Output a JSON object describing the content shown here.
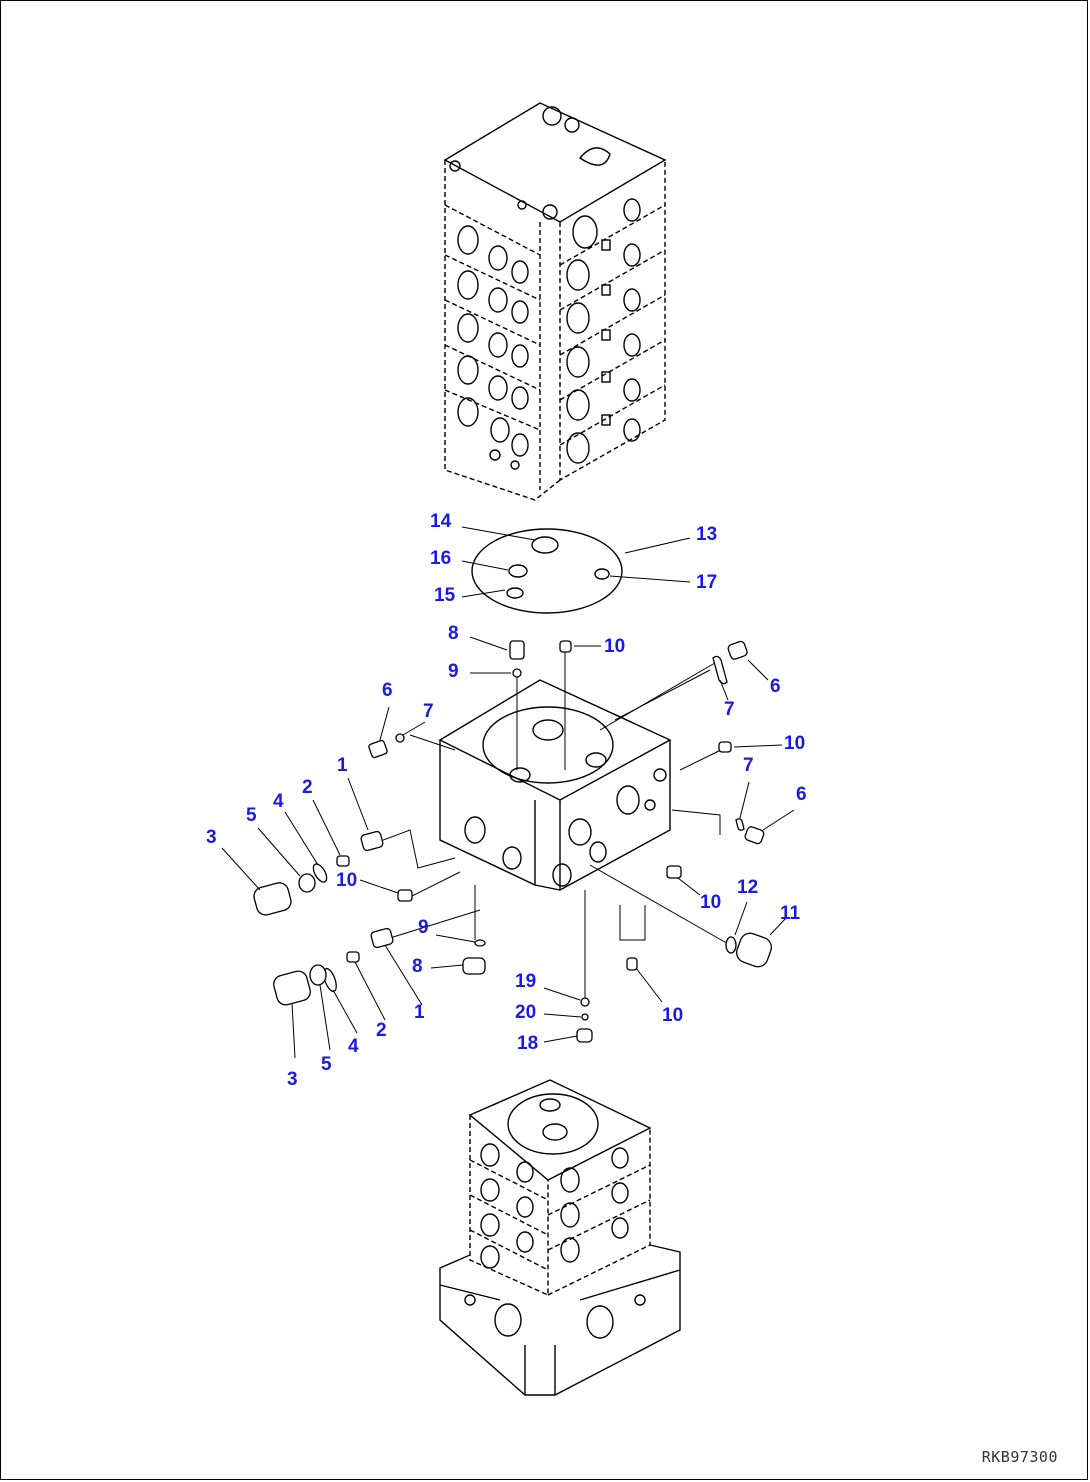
{
  "figure_code": "RKB97300",
  "callout_color": "#1a1ae6",
  "callouts": {
    "c14": "14",
    "c13": "13",
    "c16": "16",
    "c15": "15",
    "c17": "17",
    "c8a": "8",
    "c10a": "10",
    "c9a": "9",
    "c6a": "6",
    "c7a": "7",
    "c6b": "6",
    "c7b": "7",
    "c10b": "10",
    "c7c": "7",
    "c6c": "6",
    "c1a": "1",
    "c2a": "2",
    "c4a": "4",
    "c5a": "5",
    "c3a": "3",
    "c10c": "10",
    "c10d": "10",
    "c12": "12",
    "c11": "11",
    "c9b": "9",
    "c8b": "8",
    "c19": "19",
    "c20": "20",
    "c10e": "10",
    "c18": "18",
    "c1b": "1",
    "c2b": "2",
    "c4b": "4",
    "c5b": "5",
    "c3b": "3"
  }
}
